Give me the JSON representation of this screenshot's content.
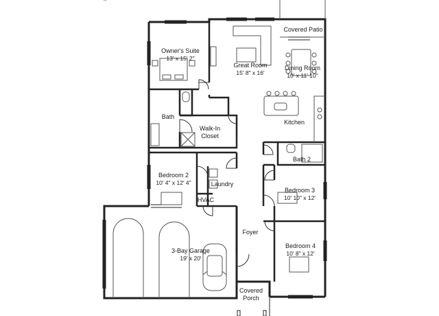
{
  "rooms": {
    "covered_patio": {
      "name": "Covered Patio"
    },
    "owners_suite": {
      "name": "Owner's Suite",
      "dims": "13' x 15' 2\""
    },
    "great_room": {
      "name": "Great Room",
      "dims": "15' 8\" x 16'"
    },
    "dining_room": {
      "name": "Dining Room",
      "dims": "10' x 11' 10\""
    },
    "bath": {
      "name": "Bath"
    },
    "walk_in_closet": {
      "name": "Walk-In",
      "name2": "Closet"
    },
    "kitchen": {
      "name": "Kitchen"
    },
    "bath_2": {
      "name": "Bath 2"
    },
    "bedroom_2": {
      "name": "Bedroom 2",
      "dims": "10' 4\" x 12' 4\""
    },
    "laundry": {
      "name": "Laundry"
    },
    "bedroom_3": {
      "name": "Bedroom 3",
      "dims": "10' 10\" x 12'"
    },
    "hvac": {
      "name": "HVAC"
    },
    "foyer": {
      "name": "Foyer"
    },
    "bedroom_4": {
      "name": "Bedroom 4",
      "dims": "10' 8\" x 12'"
    },
    "garage": {
      "name": "3-Bay Garage",
      "dims": "19' x 20'"
    },
    "covered_porch": {
      "name": "Covered",
      "name2": "Porch"
    }
  },
  "colors": {
    "wall": "#222222",
    "fixture": "#555555",
    "background": "#ffffff"
  }
}
